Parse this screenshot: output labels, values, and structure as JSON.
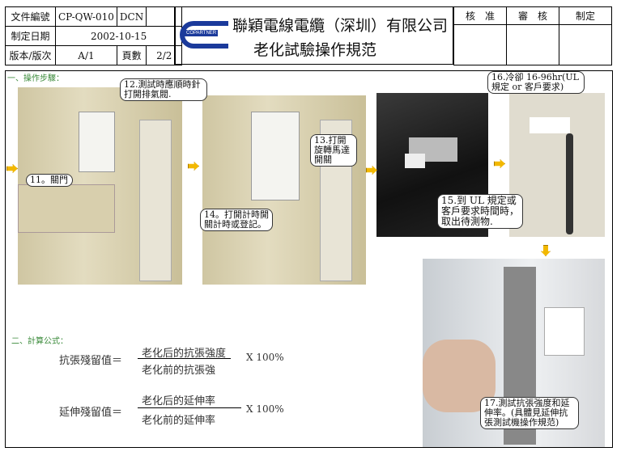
{
  "header": {
    "doc_no_label": "文件編號",
    "doc_no": "CP-QW-010",
    "dcn_label": "DCN",
    "date_label": "制定日期",
    "date": "2002-10-15",
    "version_label": "版本/版次",
    "version": "A/1",
    "pages_label": "頁數",
    "pages": "2/2",
    "logo_text": "COPARTNER",
    "company": "聯穎電線電纜（深圳）有限公司",
    "doc_title": "老化試驗操作規范",
    "sign": [
      "核　准",
      "審　核",
      "制定"
    ]
  },
  "sections": {
    "steps": "一、操作步驟：",
    "formula": "二、計算公式："
  },
  "callouts": {
    "s11": "11。關門",
    "s12": "12.測試時應順時針打開排氣閥.",
    "s13": "13.打開旋轉馬達開關",
    "s14": "14。打開計時開關計時或登記。",
    "s15": "15.到 UL 規定或客戶要求時間時，取出待測物.",
    "s16": "16.冷卻 16-96hr(UL規定 or 客戶要求)",
    "s17": "17.測試抗張強度和延伸率。(具體見延伸抗張測試機操作規范)"
  },
  "formulas": [
    {
      "label": "抗張殘留值＝",
      "numerator": "老化后的抗張強度",
      "denominator": "老化前的抗張強",
      "factor": "X 100%"
    },
    {
      "label": "延伸殘留值＝",
      "numerator": "老化后的延伸率",
      "denominator": "老化前的延伸率",
      "factor": "X 100%"
    }
  ]
}
